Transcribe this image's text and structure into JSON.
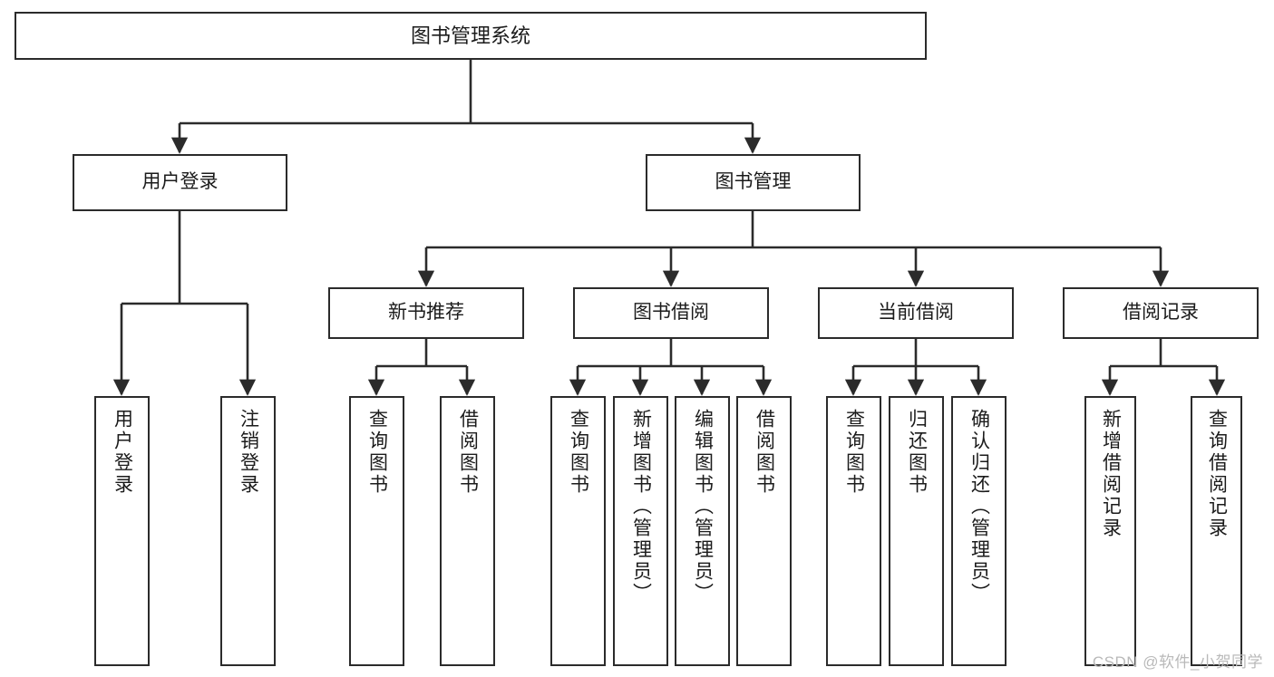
{
  "diagram": {
    "title": "图书管理系统",
    "type": "hierarchy-tree",
    "watermark": "CSDN @软件_小贺同学",
    "colors": {
      "box_border": "#2b2b2b",
      "box_fill": "#ffffff",
      "connector": "#2b2b2b",
      "text": "#1b1b1b",
      "watermark": "#b9b9b9"
    },
    "nodes": {
      "root": {
        "label": "图书管理系统",
        "level": 1,
        "orientation": "horizontal"
      },
      "level2": [
        {
          "id": "user-login",
          "label": "用户登录",
          "orientation": "horizontal"
        },
        {
          "id": "book-manage",
          "label": "图书管理",
          "orientation": "horizontal"
        }
      ],
      "level3": [
        {
          "id": "new-book-recommend",
          "label": "新书推荐",
          "orientation": "horizontal"
        },
        {
          "id": "book-borrow",
          "label": "图书借阅",
          "orientation": "horizontal"
        },
        {
          "id": "current-borrow",
          "label": "当前借阅",
          "orientation": "horizontal"
        },
        {
          "id": "borrow-record",
          "label": "借阅记录",
          "orientation": "horizontal"
        }
      ],
      "leaves": [
        {
          "id": "leaf-user-login",
          "label": "用户登录",
          "parent": "user-login",
          "orientation": "vertical"
        },
        {
          "id": "leaf-user-logout",
          "label": "注销登录",
          "parent": "user-login",
          "orientation": "vertical"
        },
        {
          "id": "leaf-query-book-1",
          "label": "查询图书",
          "parent": "new-book-recommend",
          "orientation": "vertical"
        },
        {
          "id": "leaf-borrow-book-1",
          "label": "借阅图书",
          "parent": "new-book-recommend",
          "orientation": "vertical"
        },
        {
          "id": "leaf-query-book-2",
          "label": "查询图书",
          "parent": "book-borrow",
          "orientation": "vertical"
        },
        {
          "id": "leaf-add-book",
          "label": "新增图书（管理员）",
          "parent": "book-borrow",
          "orientation": "vertical"
        },
        {
          "id": "leaf-edit-book",
          "label": "编辑图书（管理员）",
          "parent": "book-borrow",
          "orientation": "vertical"
        },
        {
          "id": "leaf-borrow-book-2",
          "label": "借阅图书",
          "parent": "book-borrow",
          "orientation": "vertical"
        },
        {
          "id": "leaf-query-book-3",
          "label": "查询图书",
          "parent": "current-borrow",
          "orientation": "vertical"
        },
        {
          "id": "leaf-return-book",
          "label": "归还图书",
          "parent": "current-borrow",
          "orientation": "vertical"
        },
        {
          "id": "leaf-confirm-return",
          "label": "确认归还（管理员）",
          "parent": "current-borrow",
          "orientation": "vertical"
        },
        {
          "id": "leaf-add-record",
          "label": "新增借阅记录",
          "parent": "borrow-record",
          "orientation": "vertical"
        },
        {
          "id": "leaf-query-record",
          "label": "查询借阅记录",
          "parent": "borrow-record",
          "orientation": "vertical"
        }
      ]
    }
  }
}
